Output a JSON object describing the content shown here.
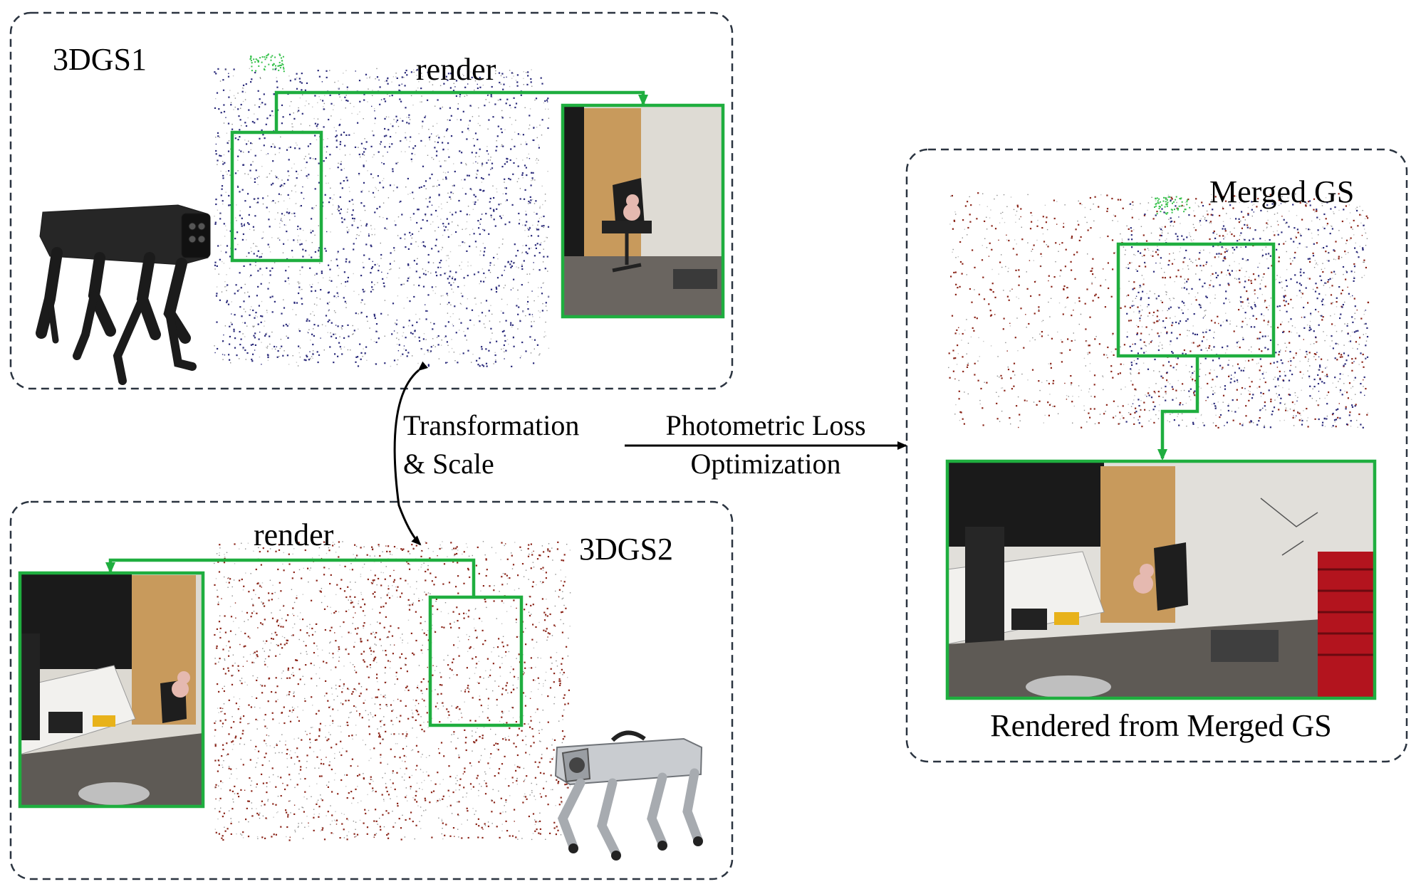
{
  "panels": {
    "gs1": {
      "title": "3DGS1",
      "render_label": "render"
    },
    "gs2": {
      "title": "3DGS2",
      "render_label": "render"
    },
    "merged": {
      "title": "Merged GS",
      "caption": "Rendered from Merged GS"
    }
  },
  "transform_label": {
    "line1": "Transformation",
    "line2": "& Scale"
  },
  "optim_label": {
    "line1": "Photometric Loss",
    "line2": "Optimization"
  },
  "colors": {
    "frame": "#2b3440",
    "highlight": "#1fae3f",
    "gs1_points": "#2a2a7a",
    "gs2_points": "#8a2418",
    "room_wall": "#e6e4df",
    "room_door": "#c89a5c",
    "room_dark": "#1a1a1a",
    "robot_black": "#1b1b1b",
    "robot_silver": "#c9ccd0"
  }
}
